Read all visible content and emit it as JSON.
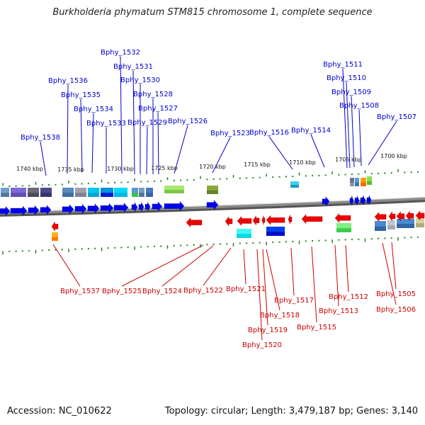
{
  "title": "Burkholderia phymatum STM815 chromosome 1, complete sequence",
  "footer": {
    "accession": "Accession: NC_010622",
    "summary": "Topology: circular; Length: 3,479,187 bp; Genes: 3,140"
  },
  "colors": {
    "forward_label": "#0000cc",
    "reverse_label": "#cc0000",
    "forward_arrow": "#0000ee",
    "reverse_arrow": "#ee0000",
    "tick": "#1a8a1a",
    "backbone": "#8a8a8a"
  },
  "scale_labels": [
    "1740 kbp",
    "1735 kbp",
    "1730 kbp",
    "1725 kbp",
    "1720 kbp",
    "1715 kbp",
    "1710 kbp",
    "1705 kbp",
    "1700 kbp"
  ],
  "forward_genes": [
    "Bphy_1538",
    "Bphy_1536",
    "Bphy_1535",
    "Bphy_1534",
    "Bphy_1533",
    "Bphy_1532",
    "Bphy_1531",
    "Bphy_1530",
    "Bphy_1529",
    "Bphy_1528",
    "Bphy_1527",
    "Bphy_1526",
    "Bphy_1523",
    "Bphy_1516",
    "Bphy_1514",
    "Bphy_1511",
    "Bphy_1510",
    "Bphy_1509",
    "Bphy_1508",
    "Bphy_1507"
  ],
  "reverse_genes": [
    "Bphy_1537",
    "Bphy_1525",
    "Bphy_1524",
    "Bphy_1522",
    "Bphy_1521",
    "Bphy_1520",
    "Bphy_1519",
    "Bphy_1518",
    "Bphy_1517",
    "Bphy_1515",
    "Bphy_1513",
    "Bphy_1512",
    "Bphy_1506",
    "Bphy_1505"
  ]
}
